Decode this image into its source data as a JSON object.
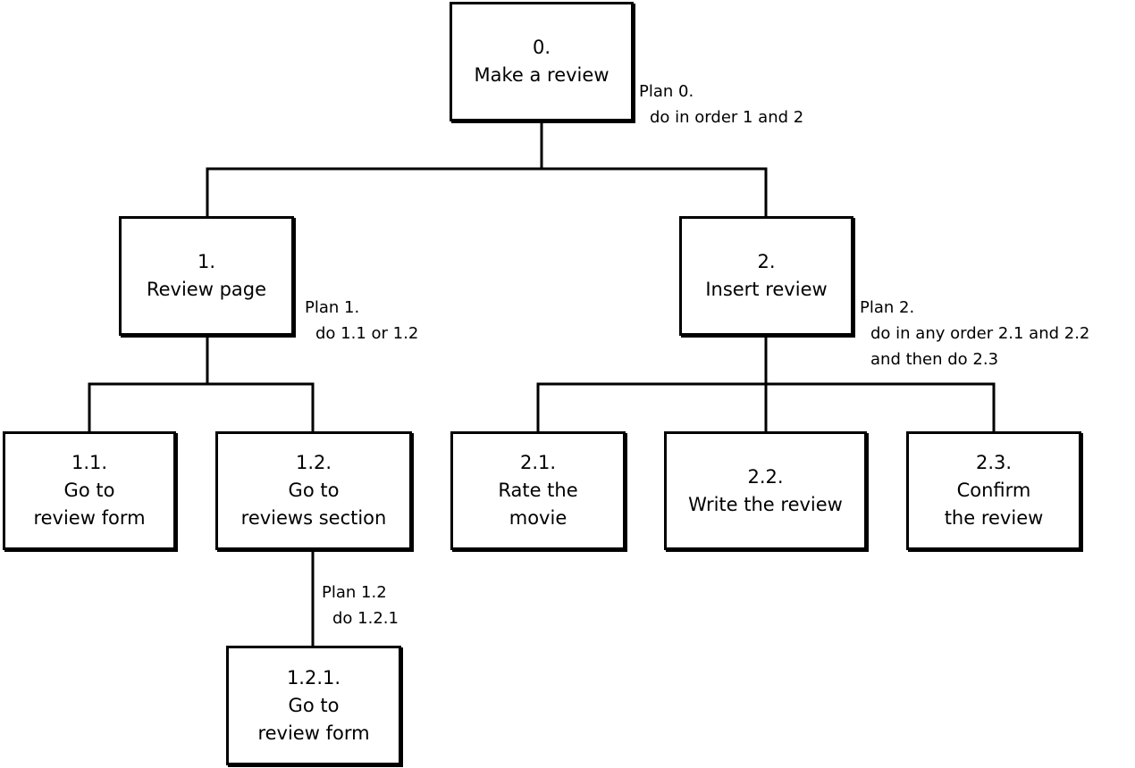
{
  "nodes": {
    "n0": {
      "number": "0.",
      "lines": [
        "Make a review"
      ]
    },
    "n1": {
      "number": "1.",
      "lines": [
        "Review page"
      ]
    },
    "n2": {
      "number": "2.",
      "lines": [
        "Insert review"
      ]
    },
    "n11": {
      "number": "1.1.",
      "lines": [
        "Go to",
        "review form"
      ]
    },
    "n12": {
      "number": "1.2.",
      "lines": [
        "Go to",
        "reviews section"
      ]
    },
    "n21": {
      "number": "2.1.",
      "lines": [
        "Rate the",
        "movie"
      ]
    },
    "n22": {
      "number": "2.2.",
      "lines": [
        "Write the review"
      ]
    },
    "n23": {
      "number": "2.3.",
      "lines": [
        "Confirm",
        "the review"
      ]
    },
    "n121": {
      "number": "1.2.1.",
      "lines": [
        "Go to",
        "review form"
      ]
    }
  },
  "plans": {
    "p0": {
      "title": "Plan 0.",
      "lines": [
        "do in order 1 and 2"
      ]
    },
    "p1": {
      "title": "Plan 1.",
      "lines": [
        "do 1.1 or 1.2"
      ]
    },
    "p2": {
      "title": "Plan 2.",
      "lines": [
        "do in any order 2.1 and 2.2",
        "and then do 2.3"
      ]
    },
    "p12": {
      "title": "Plan 1.2",
      "lines": [
        "do 1.2.1"
      ]
    }
  }
}
